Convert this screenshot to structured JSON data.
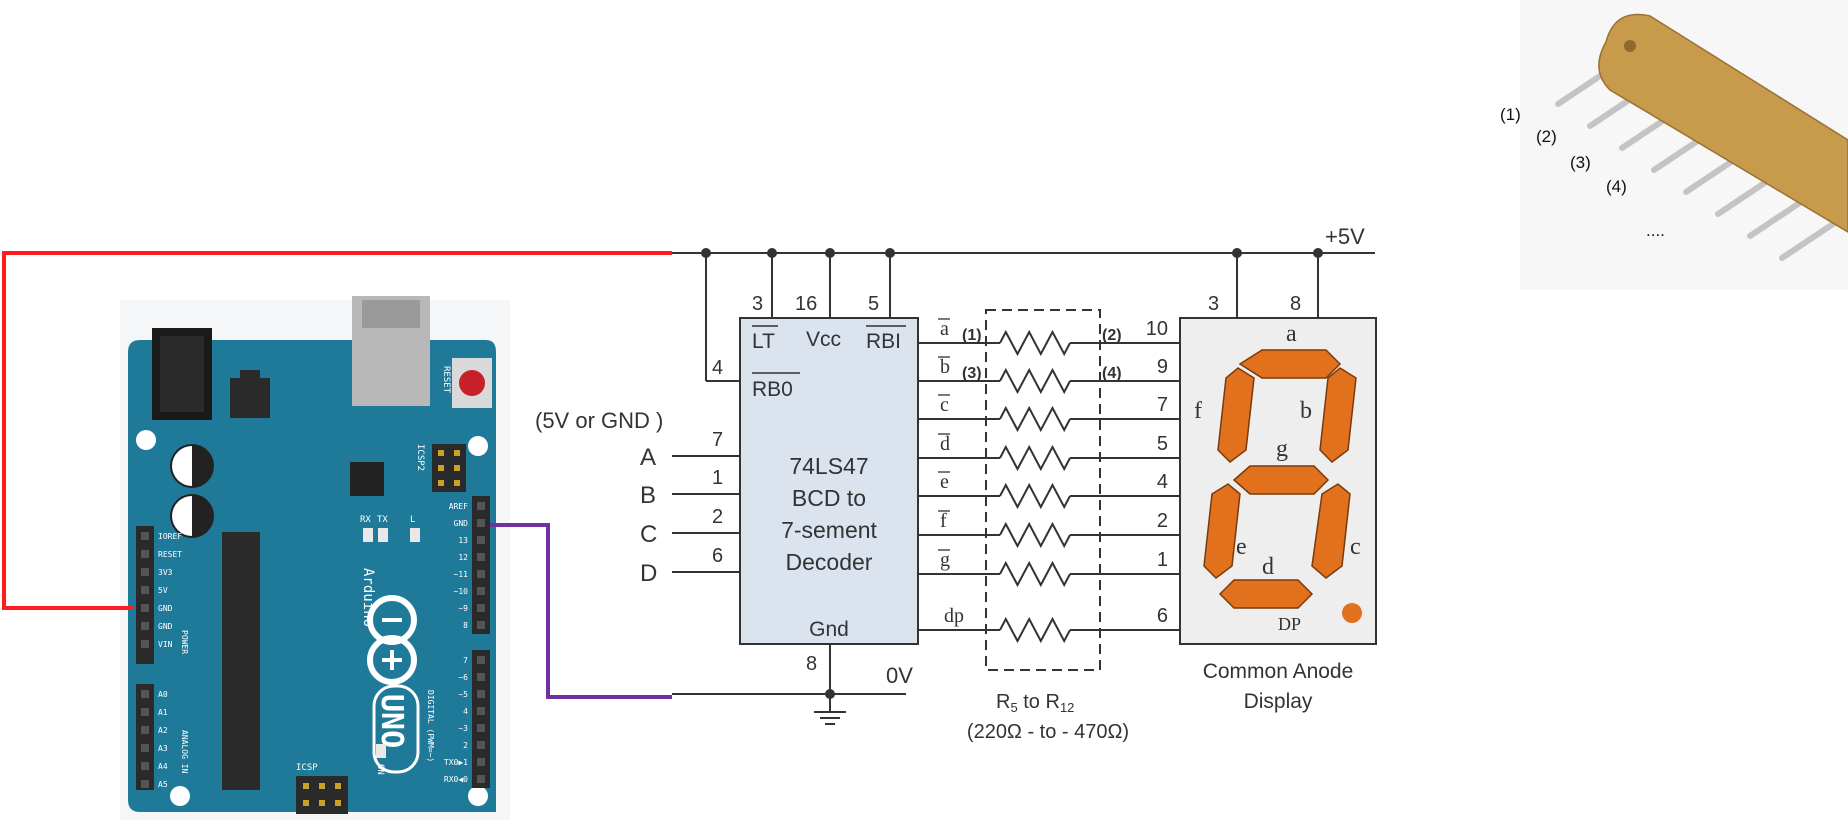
{
  "colors": {
    "wire_5v": "#ff1c1c",
    "wire_gnd": "#7030a0",
    "board": "#1f7a9a",
    "decoder_fill": "#dae3ee",
    "segment": "#e2711d",
    "resistor_network_body": "#c79a4c"
  },
  "arduino": {
    "brand": "Arduino",
    "model": "UNO",
    "reset_label": "RESET",
    "icsp2_label": "ICSP2",
    "icsp_label": "ICSP",
    "on_label": "ON",
    "led_labels": [
      "RX",
      "TX",
      "L"
    ],
    "power_header_pins": [
      "IOREF",
      "RESET",
      "3V3",
      "5V",
      "GND",
      "GND",
      "VIN"
    ],
    "power_header_title": "POWER",
    "analog_header_pins": [
      "A0",
      "A1",
      "A2",
      "A3",
      "A4",
      "A5"
    ],
    "analog_header_title": "ANALOG IN",
    "digital_top_pins": [
      "AREF",
      "GND",
      "13",
      "12",
      "~11",
      "~10",
      "~9",
      "8"
    ],
    "digital_bottom_pins": [
      "7",
      "~6",
      "~5",
      "4",
      "~3",
      "2",
      "TX0▶1",
      "RX0◀0"
    ],
    "digital_title": "DIGITAL (PWM=~)"
  },
  "inputs": {
    "note": "(5V or GND )",
    "labels": [
      "A",
      "B",
      "C",
      "D"
    ],
    "pins": [
      "7",
      "1",
      "2",
      "6"
    ]
  },
  "decoder": {
    "chip": "74LS47",
    "line2": "BCD to",
    "line3": "7-sement",
    "line4": "Decoder",
    "lt_label": "LT",
    "vcc_label": "Vcc",
    "rbi_label": "RBI",
    "rbo_label": "RB0",
    "gnd_label": "Gnd",
    "top_pins": [
      "3",
      "16",
      "5"
    ],
    "rbo_pin": "4",
    "gnd_pin": "8",
    "outputs": [
      "a",
      "b",
      "c",
      "d",
      "e",
      "f",
      "g",
      "dp"
    ]
  },
  "rails": {
    "vplus": "+5V",
    "ground": "0V"
  },
  "resistors": {
    "title": "R5 to R12",
    "range": "(220Ω - to - 470Ω)",
    "marks_left": [
      "(1)",
      "(3)"
    ],
    "marks_right": [
      "(2)",
      "(4)"
    ],
    "display_pins": [
      "10",
      "9",
      "7",
      "5",
      "4",
      "2",
      "1",
      "6"
    ]
  },
  "display": {
    "top_pins": [
      "3",
      "8"
    ],
    "segments": [
      "a",
      "b",
      "c",
      "d",
      "e",
      "f",
      "g"
    ],
    "dp_label": "DP",
    "caption1": "Common Anode",
    "caption2": "Display"
  },
  "network_photo": {
    "labels": [
      "(1)",
      "(2)",
      "(3)",
      "(4)",
      "...."
    ]
  }
}
